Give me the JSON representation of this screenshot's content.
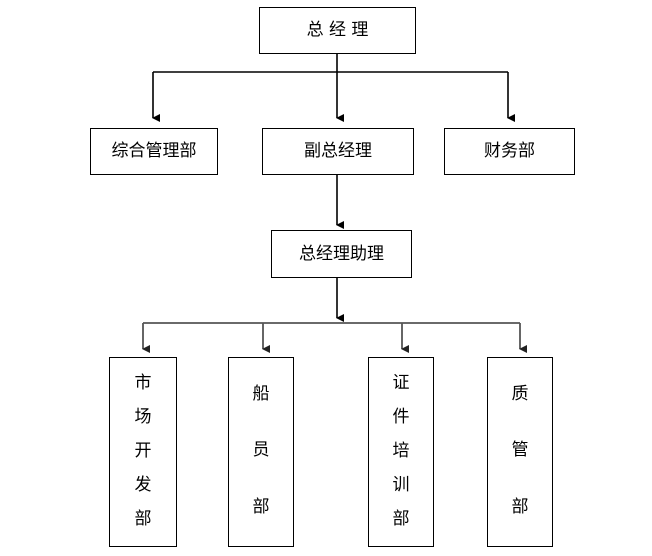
{
  "diagram": {
    "title_text": "总 经 理",
    "line_color_primary": "#000000",
    "line_color_secondary": "#555555",
    "box_border_color": "#000000",
    "background_color": "#ffffff",
    "nodes": {
      "general_manager": {
        "label": "总 经 理"
      },
      "admin_dept": {
        "label": "综合管理部"
      },
      "deputy_general_manager": {
        "label": "副总经理"
      },
      "finance_dept": {
        "label": "财务部"
      },
      "gm_assistant": {
        "label": "总经理助理"
      },
      "market_dev_dept": {
        "label": "市场开发部",
        "chars": [
          "市",
          "场",
          "开",
          "发",
          "部"
        ]
      },
      "crew_dept": {
        "label": "船员部",
        "chars": [
          "船",
          "员",
          "部"
        ]
      },
      "cert_training_dept": {
        "label": "证件培训部",
        "chars": [
          "证",
          "件",
          "培",
          "训",
          "部"
        ]
      },
      "quality_mgmt_dept": {
        "label": "质管部",
        "chars": [
          "质",
          "管",
          "部"
        ]
      }
    }
  }
}
